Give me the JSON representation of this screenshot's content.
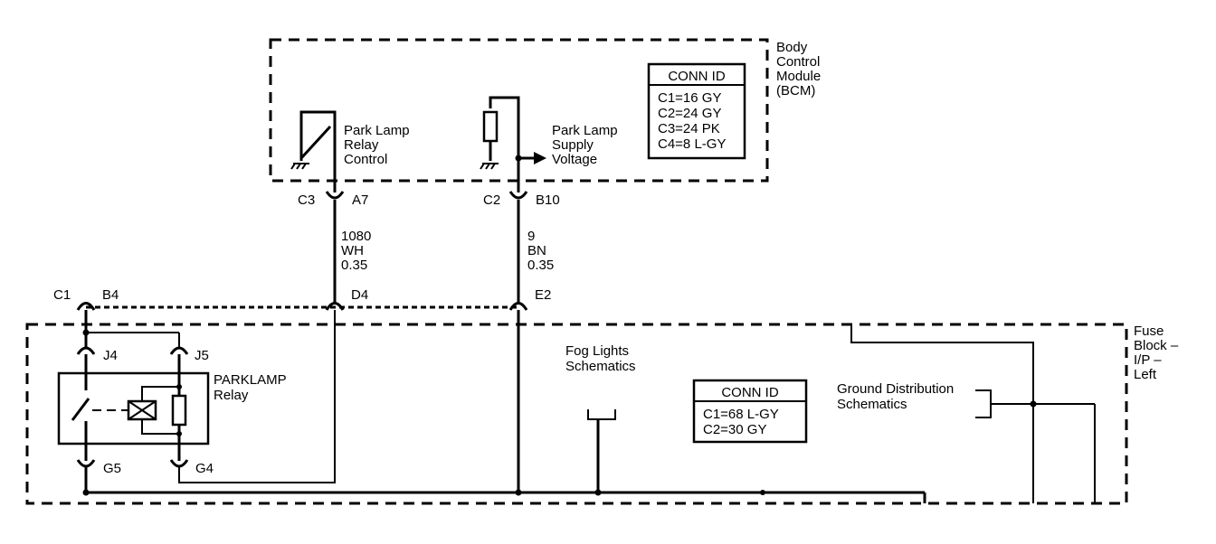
{
  "bcm": {
    "title_lines": [
      "Body",
      "Control",
      "Module",
      "(BCM)"
    ],
    "conn_title": "CONN ID",
    "conn_rows": [
      "C1=16 GY",
      "C2=24 GY",
      "C3=24 PK",
      "C4=8 L-GY"
    ],
    "park_relay_label": [
      "Park Lamp",
      "Relay",
      "Control"
    ],
    "park_supply_label": [
      "Park Lamp",
      "Supply",
      "Voltage"
    ]
  },
  "fuse_block": {
    "title_lines": [
      "Fuse",
      "Block –",
      "I/P –",
      "Left"
    ],
    "conn_title": "CONN ID",
    "conn_rows": [
      "C1=68 L-GY",
      "C2=30 GY"
    ],
    "relay_label": [
      "PARKLAMP",
      "Relay"
    ],
    "fog_label": [
      "Fog Lights",
      "Schematics"
    ],
    "ground_label": [
      "Ground Distribution",
      "Schematics"
    ]
  },
  "connectors": {
    "c3": "C3",
    "a7": "A7",
    "c2": "C2",
    "b10": "B10",
    "c1": "C1",
    "b4": "B4",
    "d4": "D4",
    "e2": "E2",
    "j4": "J4",
    "j5": "J5",
    "g5": "G5",
    "g4": "G4"
  },
  "wires": {
    "w1080": [
      "1080",
      "WH",
      "0.35"
    ],
    "w9": [
      "9",
      "BN",
      "0.35"
    ]
  }
}
